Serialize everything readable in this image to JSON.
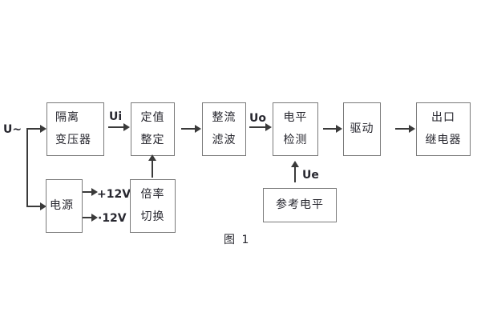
{
  "diagram": {
    "figure_type": "block-diagram",
    "input_label": "U~",
    "caption": "图 1",
    "labels": {
      "ui": "Ui",
      "uo": "Uo",
      "ue": "Ue",
      "pos12": "+12V",
      "neg12": "·12V"
    },
    "blocks": {
      "isolation_transformer": {
        "line1": "隔离",
        "line2": "变压器"
      },
      "setpoint": {
        "line1": "定值",
        "line2": "整定"
      },
      "rectifier_filter": {
        "line1": "整流",
        "line2": "滤波"
      },
      "level_detect": {
        "line1": "电平",
        "line2": "检测"
      },
      "drive": {
        "label": "驱动"
      },
      "output_relay": {
        "line1": "出口",
        "line2": "继电器"
      },
      "power": {
        "label": "电源"
      },
      "ratio_switch": {
        "line1": "倍率",
        "line2": "切换"
      },
      "reference_level": {
        "label": "参考电平"
      }
    },
    "colors": {
      "line": "#3a3a3a",
      "border": "#7a7a7a",
      "text": "#27272f",
      "bg": "#ffffff"
    }
  }
}
